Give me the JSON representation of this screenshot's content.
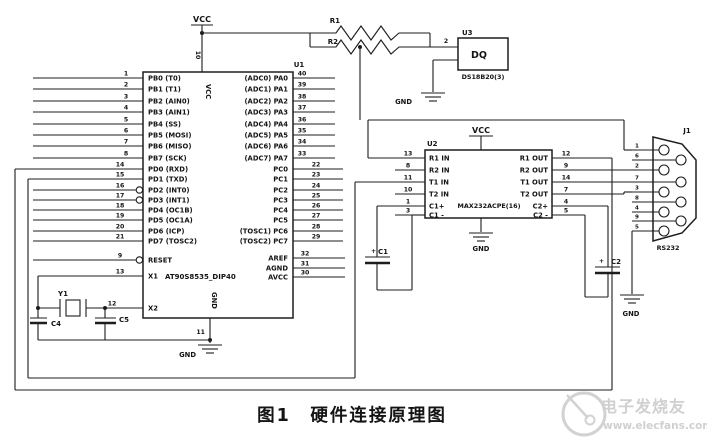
{
  "figure": {
    "caption": "图1　硬件连接原理图"
  },
  "watermark": {
    "site_name": "电子发烧友",
    "site_url": "www.elecfans.com"
  },
  "power": {
    "vcc": "VCC",
    "gnd": "GND"
  },
  "u1": {
    "ref": "U1",
    "part": "AT90S8535_DIP40",
    "top_pin": {
      "num": "10",
      "name": "VCC"
    },
    "bottom_pin": {
      "num": "11",
      "name": "GND"
    },
    "left_pins": [
      {
        "num": "1",
        "label": "PB0 (T0)"
      },
      {
        "num": "2",
        "label": "PB1 (T1)"
      },
      {
        "num": "3",
        "label": "PB2 (AIN0)"
      },
      {
        "num": "4",
        "label": "PB3 (AIN1)"
      },
      {
        "num": "5",
        "label": "PB4 (SS)"
      },
      {
        "num": "6",
        "label": "PB5 (MOSI)"
      },
      {
        "num": "7",
        "label": "PB6 (MISO)"
      },
      {
        "num": "8",
        "label": "PB7 (SCK)"
      }
    ],
    "pd_pins": [
      {
        "num": "14",
        "label": "PD0 (RXD)"
      },
      {
        "num": "15",
        "label": "PD1 (TXD)"
      },
      {
        "num": "16",
        "label": "PD2 (INT0)"
      },
      {
        "num": "17",
        "label": "PD3 (INT1)"
      },
      {
        "num": "18",
        "label": "PD4 (OC1B)"
      },
      {
        "num": "19",
        "label": "PD5 (OC1A)"
      },
      {
        "num": "20",
        "label": "PD6 (ICP)"
      },
      {
        "num": "21",
        "label": "PD7 (TOSC2)"
      }
    ],
    "ctrl_pins": [
      {
        "num": "9",
        "label": "RESET"
      },
      {
        "num": "13",
        "label": "X1"
      },
      {
        "num": "12",
        "label": "X2"
      }
    ],
    "pa_pins": [
      {
        "num": "40",
        "label": "(ADC0) PA0"
      },
      {
        "num": "39",
        "label": "(ADC1) PA1"
      },
      {
        "num": "38",
        "label": "(ADC2) PA2"
      },
      {
        "num": "37",
        "label": "(ADC3) PA3"
      },
      {
        "num": "36",
        "label": "(ADC4) PA4"
      },
      {
        "num": "35",
        "label": "(ADC5) PA5"
      },
      {
        "num": "34",
        "label": "(ADC6) PA6"
      },
      {
        "num": "33",
        "label": "(ADC7) PA7"
      }
    ],
    "pc_pins": [
      {
        "num": "22",
        "label": "PC0"
      },
      {
        "num": "23",
        "label": "PC1"
      },
      {
        "num": "24",
        "label": "PC2"
      },
      {
        "num": "25",
        "label": "PC3"
      },
      {
        "num": "26",
        "label": "PC4"
      },
      {
        "num": "27",
        "label": "PC5"
      },
      {
        "num": "28",
        "label": "(TOSC1) PC6"
      },
      {
        "num": "29",
        "label": "(TOSC2) PC7"
      }
    ],
    "analog_pins": [
      {
        "num": "32",
        "label": "AREF"
      },
      {
        "num": "31",
        "label": "AGND"
      },
      {
        "num": "30",
        "label": "AVCC"
      }
    ]
  },
  "u2": {
    "ref": "U2",
    "part": "MAX232ACPE(16)",
    "left_pins": [
      {
        "num": "13",
        "label": "R1 IN"
      },
      {
        "num": "8",
        "label": "R2 IN"
      },
      {
        "num": "11",
        "label": "T1 IN"
      },
      {
        "num": "10",
        "label": "T2 IN"
      },
      {
        "num": "1",
        "label": "C1+"
      },
      {
        "num": "3",
        "label": "C1 -"
      }
    ],
    "right_pins": [
      {
        "num": "12",
        "label": "R1 OUT"
      },
      {
        "num": "9",
        "label": "R2 OUT"
      },
      {
        "num": "14",
        "label": "T1 OUT"
      },
      {
        "num": "7",
        "label": "T2 OUT"
      },
      {
        "num": "4",
        "label": "C2+"
      },
      {
        "num": "5",
        "label": "C2 -"
      }
    ]
  },
  "u3": {
    "ref": "U3",
    "name": "DQ",
    "part": "DS18B20(3)",
    "data_pin": "2"
  },
  "j1": {
    "ref": "J1",
    "label": "RS232",
    "pins": [
      "1",
      "2",
      "3",
      "4",
      "5",
      "6",
      "7",
      "8",
      "9"
    ]
  },
  "resistors": {
    "r1": "R1",
    "r2": "R2"
  },
  "capacitors": {
    "c1": "C1",
    "c1_polarity": "+",
    "c2": "C2",
    "c2_polarity": "+",
    "c4": "C4",
    "c5": "C5"
  },
  "crystal": {
    "ref": "Y1"
  }
}
